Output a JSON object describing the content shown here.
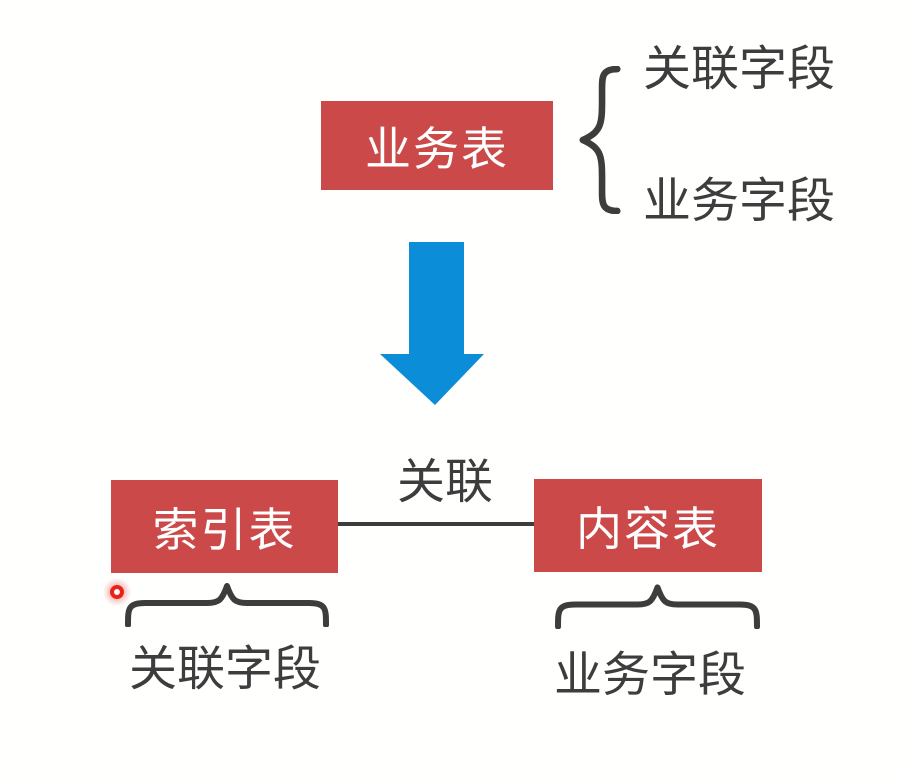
{
  "diagram": {
    "top_group": {
      "box_label": "业务表",
      "fields": [
        "关联字段",
        "业务字段"
      ]
    },
    "arrow": {
      "direction": "down",
      "color": "#0b8dd8"
    },
    "bottom_group": {
      "left_box_label": "索引表",
      "right_box_label": "内容表",
      "connector_label": "关联",
      "left_caption": "关联字段",
      "right_caption": "业务字段"
    },
    "colors": {
      "box_red": "#cb4949",
      "box_text": "#ffffff",
      "ink": "#3d3d3d",
      "arrow_blue": "#0b8dd8",
      "laser_red": "#e8231b",
      "background": "#fffffe"
    },
    "icons": {
      "arrow": "down-arrow-icon",
      "top_brace": "left-curly-brace-icon",
      "bottom_braces": "underbrace-icon",
      "pointer": "laser-pointer-dot"
    }
  }
}
